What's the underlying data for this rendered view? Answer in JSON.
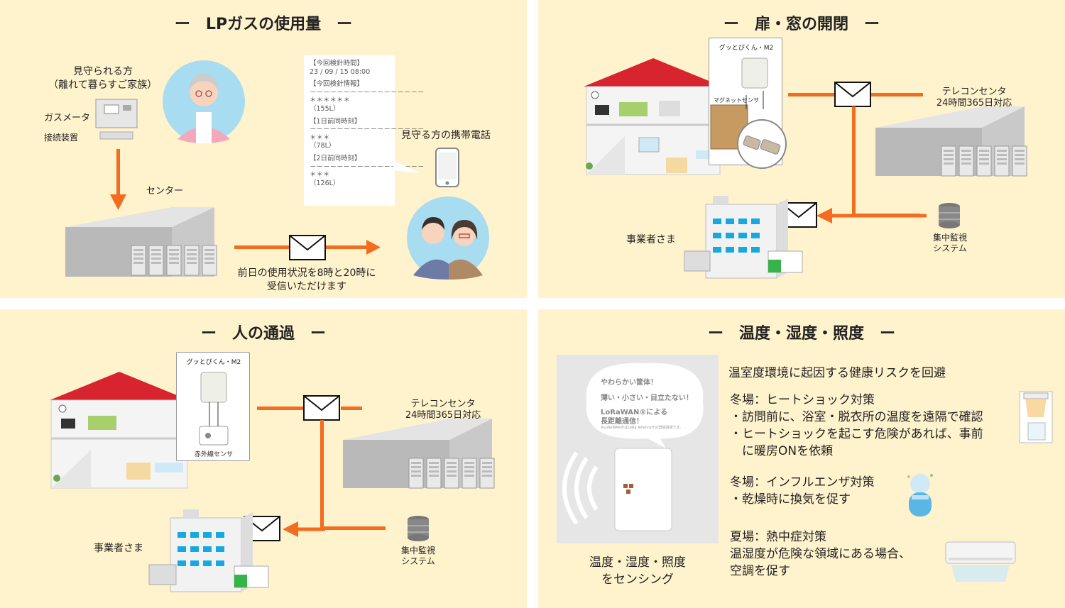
{
  "p1": {
    "title": "ー　LPガスの使用量　ー",
    "watched_label": "見守られる方",
    "watched_sub": "（離れて暮らすご家族）",
    "gas_meter": "ガスメータ",
    "connector": "接続装置",
    "center": "センター",
    "phone_label": "見守る方の携帯電話",
    "caption_1": "前日の使用状況を8時と20時に",
    "caption_2": "受信いただけます",
    "msg": [
      "【今回検針時間】",
      "23 / 09 / 15  08:00",
      "",
      "【今回検針情報】",
      "－－－－－－－－－－－－－－－－－",
      "＊＊＊＊＊＊",
      "（155L）",
      "",
      "【1日前同時刻】",
      "－－－－－－－－－－－－－－－－－",
      "＊＊＊",
      "（78L）",
      "",
      "【2日前同時刻】",
      "－－－－－－－－－－－－－－－－－",
      "＊＊＊",
      "（126L）"
    ]
  },
  "p2": {
    "title": "ー　扉・窓の開閉　ー",
    "device": "グッとぴくん・M2",
    "sensor": "マグネットセンサ",
    "telecon_1": "テレコンセンタ",
    "telecon_2": "24時間365日対応",
    "business": "事業者さま",
    "monitor_1": "集中監視",
    "monitor_2": "システム"
  },
  "p3": {
    "title": "ー　人の通過　ー",
    "device": "グッとぴくん・M2",
    "sensor": "赤外線センサ",
    "telecon_1": "テレコンセンタ",
    "telecon_2": "24時間365日対応",
    "business": "事業者さま",
    "monitor_1": "集中監視",
    "monitor_2": "システム"
  },
  "p4": {
    "title": "ー　温度・湿度・照度　ー",
    "bubble_1": "やわらかい筐体！",
    "bubble_2": "薄い・小さい・目立たない！",
    "bubble_3": "LoRaWAN®による",
    "bubble_4": "長距離通信！",
    "bubble_note": "※LoRaWAN®はLoRa Alliance®の登録商標です。",
    "caption_1": "温度・湿度・照度",
    "caption_2": "をセンシング",
    "intro": "温室度環境に起因する健康リスクを回避",
    "w1_head": "冬場：ヒートショック対策",
    "w1_b1": "・訪問前に、浴室・脱衣所の温度を遠隔で確認",
    "w1_b2": "・ヒートショックを起こす危険があれば、事前",
    "w1_b3": "　に暖房ONを依頼",
    "w2_head": "冬場：インフルエンザ対策",
    "w2_b1": "・乾燥時に換気を促す",
    "s_head": "夏場：熱中症対策",
    "s_b1": "温湿度が危険な領域にある場合、",
    "s_b2": "空調を促す"
  },
  "colors": {
    "panel_bg": "#fff3cd",
    "arrow": "#f26d1f",
    "roof": "#d7242f",
    "building": "#b5b5b5",
    "window": "#16a9e1"
  }
}
